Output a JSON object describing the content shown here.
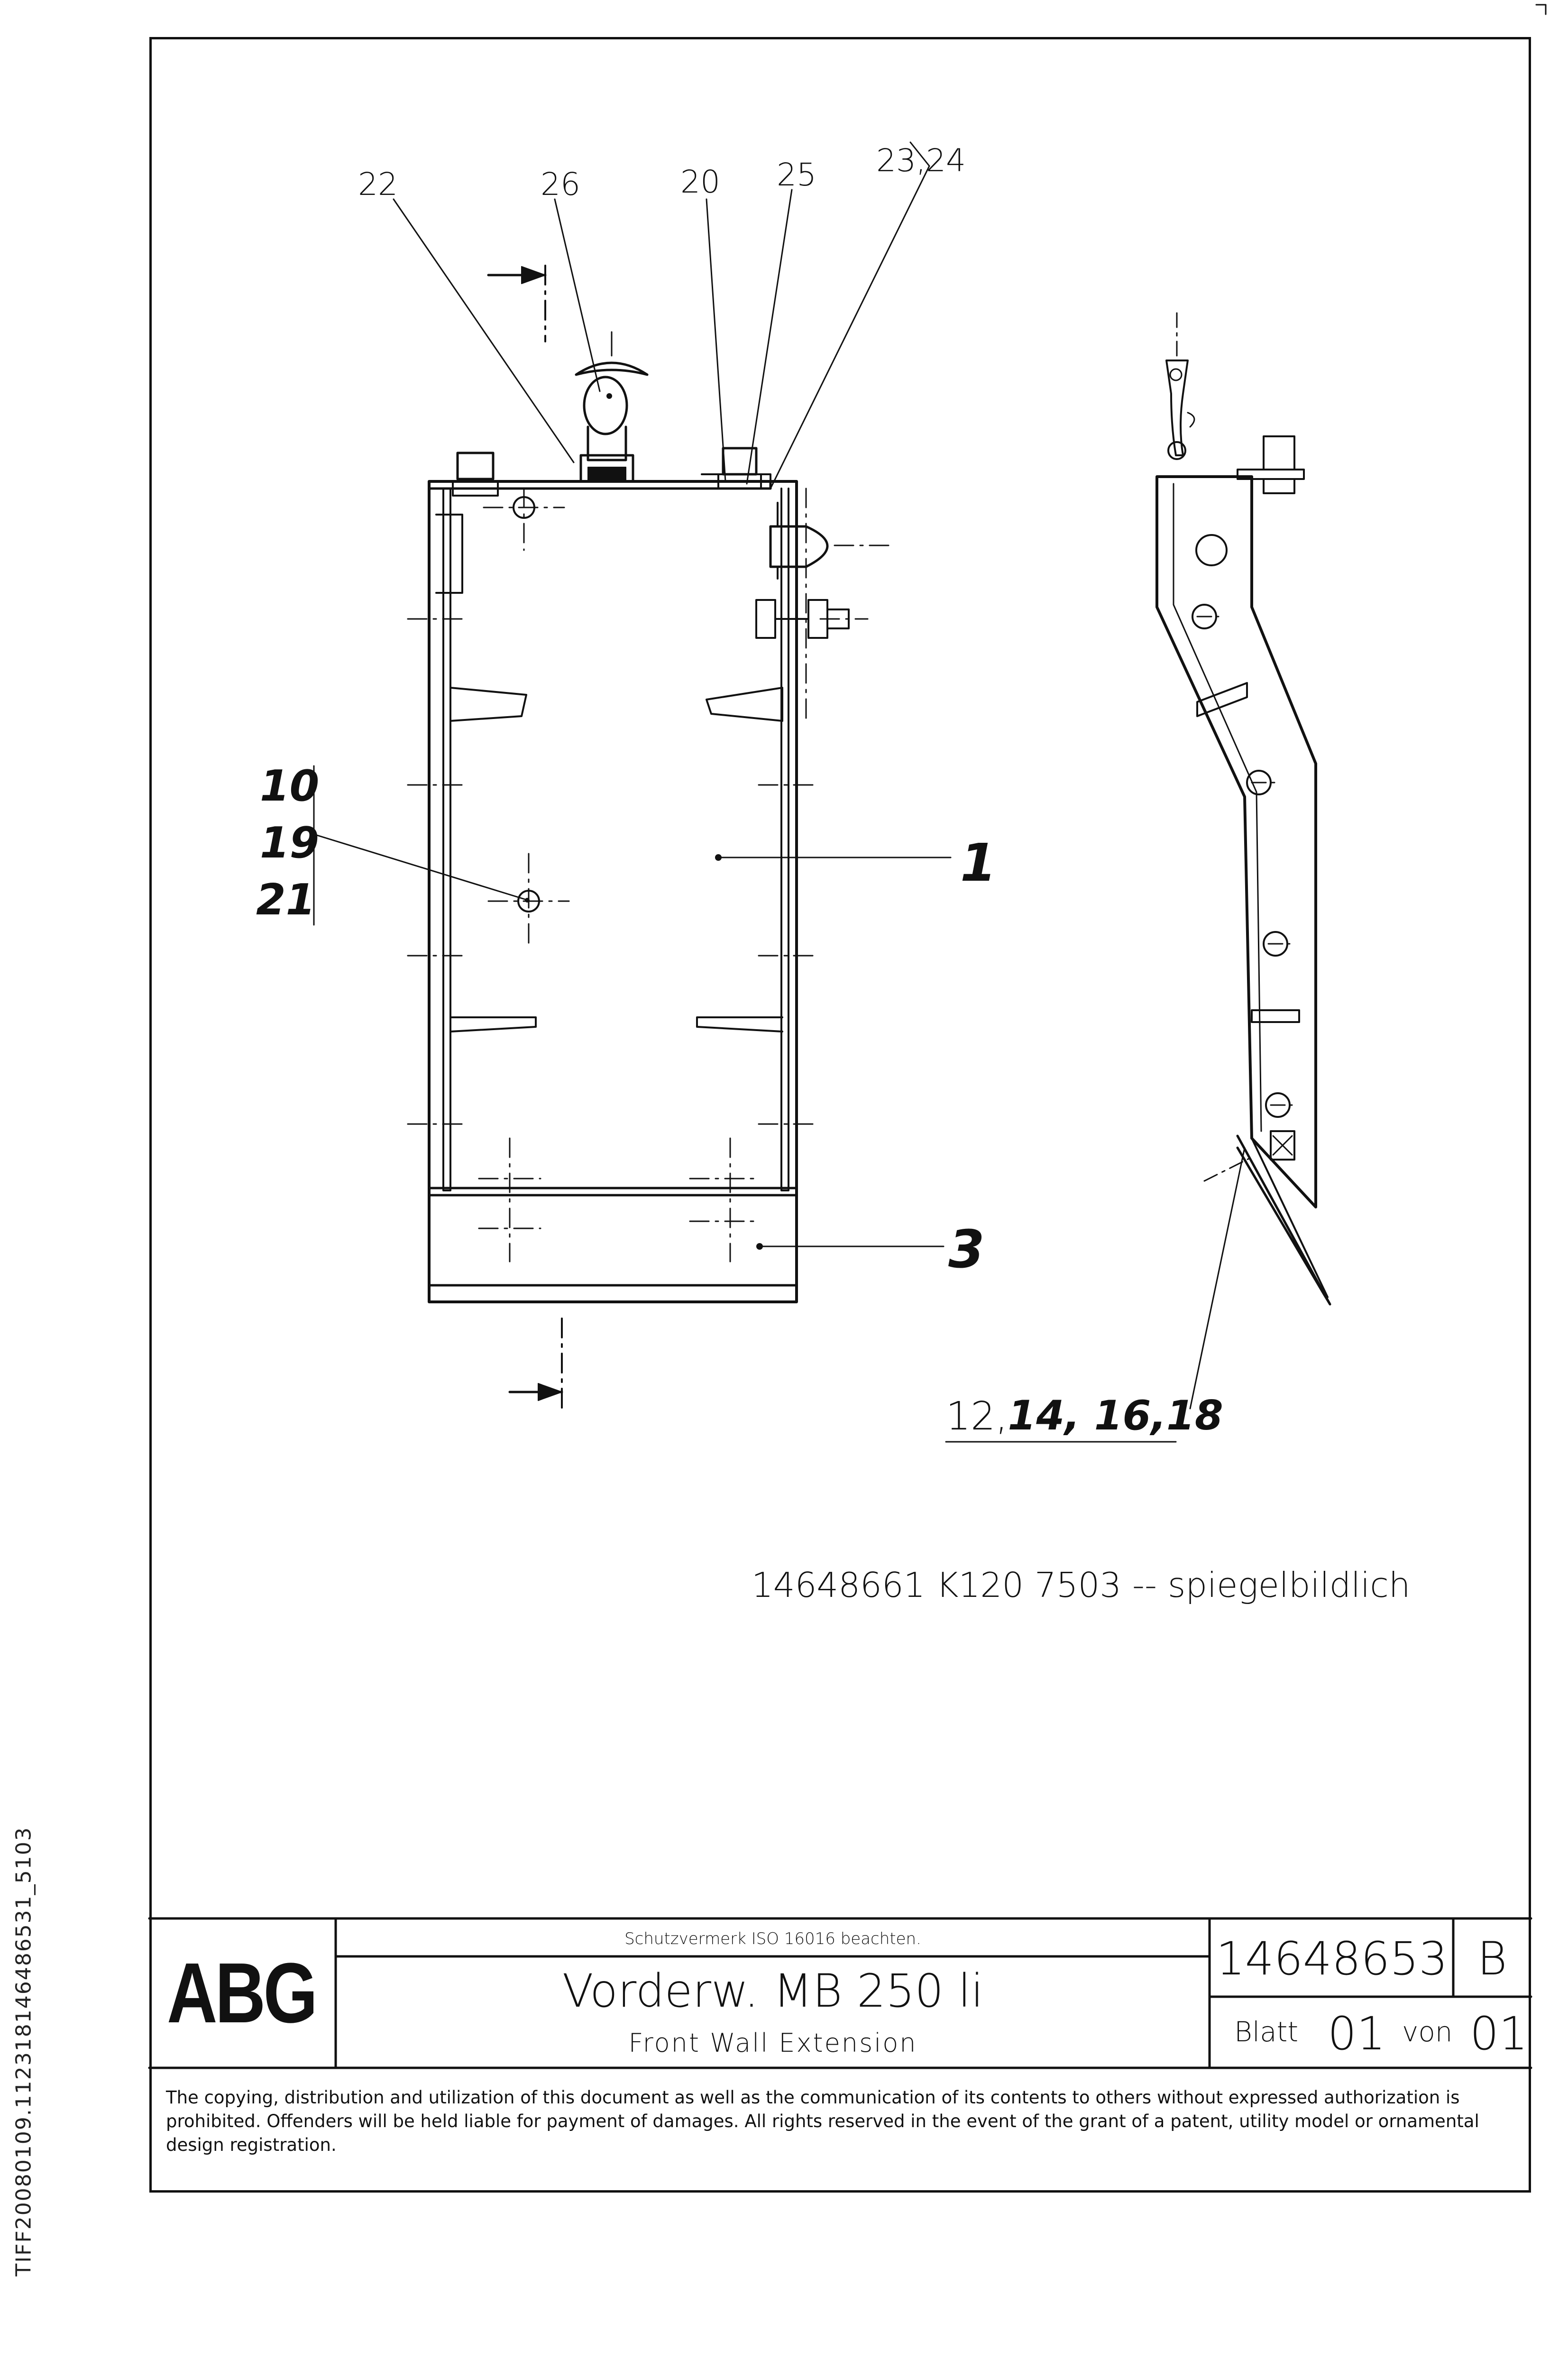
{
  "sidebar": {
    "file_id": "TIFF20080109.112318146486531_5103"
  },
  "callouts": {
    "top": [
      "22",
      "26",
      "20",
      "25",
      "23,24"
    ],
    "left_group": [
      "10",
      "19",
      "21"
    ],
    "part_1": "1",
    "part_3": "3",
    "bottom_group_plain": "12,",
    "bottom_group_bold": "14, 16,18"
  },
  "note": "14648661 K120 7503 -- spiegelbildlich",
  "title_block": {
    "logo": "ABG",
    "notice": "Schutzvermerk ISO 16016 beachten.",
    "title_de": "Vorderw. MB 250 li",
    "title_en": "Front Wall Extension",
    "doc_number": "14648653",
    "revision": "B",
    "sheet_label": "Blatt",
    "sheet_no": "01",
    "of_label": "von",
    "sheet_total": "01"
  },
  "legal_text": "The copying, distribution and utilization of this document as well as the communication of its contents to others without expressed authorization is prohibited. Offenders will be held liable for payment of damages. All rights reserved in the event of the grant of a patent, utility model or ornamental design registration.",
  "colors": {
    "ink": "#111111",
    "paper": "#ffffff"
  }
}
